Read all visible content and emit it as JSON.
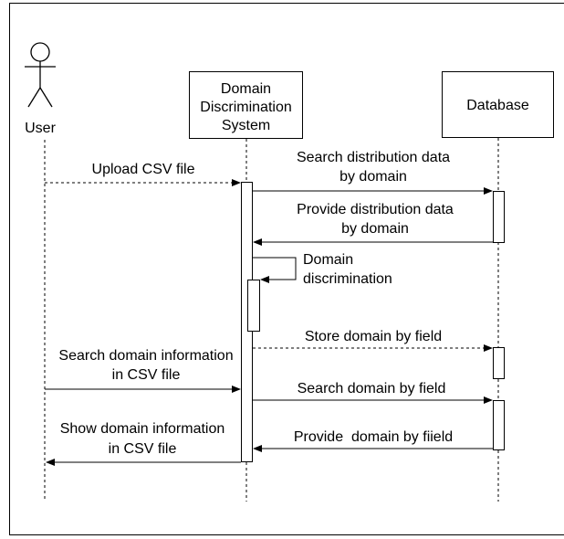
{
  "actors": {
    "user": "User",
    "system_line1": "Domain",
    "system_line2": "Discrimination",
    "system_line3": "System",
    "database": "Database"
  },
  "messages": {
    "m1": "Upload CSV file",
    "m2_line1": "Search distribution data",
    "m2_line2": "by domain",
    "m3_line1": "Provide distribution data",
    "m3_line2": "by domain",
    "m4_line1": "Domain",
    "m4_line2": "discrimination",
    "m5": "Store domain by field",
    "m6_line1": "Search domain information",
    "m6_line2": "in CSV file",
    "m7": "Search domain by field",
    "m8": "Provide  domain by fiield",
    "m9_line1": "Show domain information",
    "m9_line2": "in CSV file"
  },
  "colors": {
    "line": "#000000",
    "background": "#ffffff"
  }
}
